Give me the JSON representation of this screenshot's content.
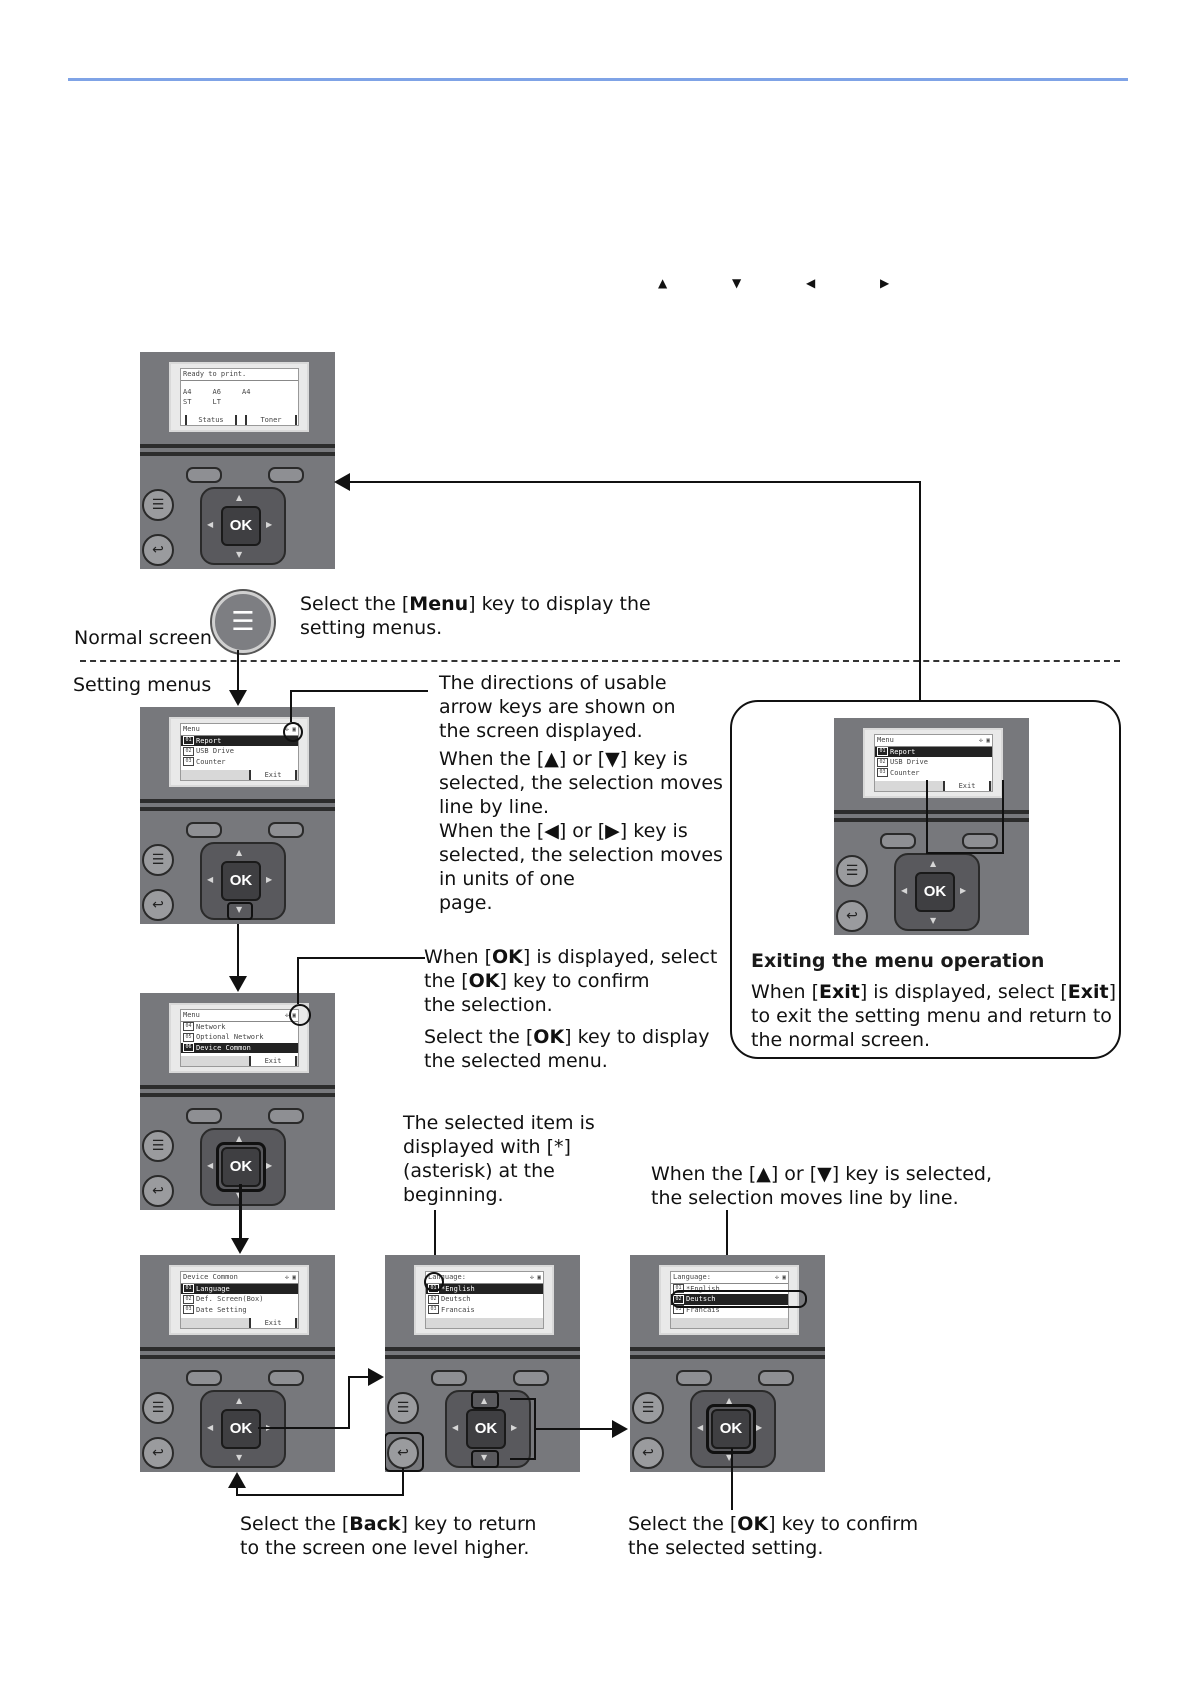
{
  "arrow_symbols": [
    "▲",
    "▼",
    "◀",
    "▶"
  ],
  "panel_common": {
    "ok_label": "OK"
  },
  "screens": {
    "normal": {
      "status_line": "Ready to print.",
      "trays": [
        "A4",
        "A6",
        "A4",
        "ST",
        "LT"
      ],
      "soft_left": "Status",
      "soft_right": "Toner"
    },
    "menu": {
      "title": "Menu",
      "items": [
        {
          "num": "01",
          "label": "Report"
        },
        {
          "num": "02",
          "label": "USB Drive"
        },
        {
          "num": "03",
          "label": "Counter"
        }
      ],
      "soft_right": "Exit"
    },
    "menu_page2": {
      "title": "Menu",
      "items": [
        {
          "num": "04",
          "label": "Network"
        },
        {
          "num": "05",
          "label": "Optional Network"
        },
        {
          "num": "06",
          "label": "Device Common"
        }
      ],
      "soft_right": "Exit"
    },
    "device_common": {
      "title": "Device Common",
      "items": [
        {
          "num": "01",
          "label": "Language"
        },
        {
          "num": "02",
          "label": "Def. Screen(Box)"
        },
        {
          "num": "03",
          "label": "Date Setting"
        }
      ],
      "soft_right": "Exit"
    },
    "language_a": {
      "title": "Language:",
      "items": [
        {
          "num": "01",
          "label": "*English"
        },
        {
          "num": "02",
          "label": "Deutsch"
        },
        {
          "num": "03",
          "label": "Francais"
        }
      ]
    },
    "language_b": {
      "title": "Language:",
      "items": [
        {
          "num": "01",
          "label": "*English"
        },
        {
          "num": "02",
          "label": "Deutsch"
        },
        {
          "num": "03",
          "label": "Francais"
        }
      ]
    }
  },
  "labels": {
    "normal_screen": "Normal screen",
    "setting_menus": "Setting menus"
  },
  "captions": {
    "menu_key_a": "Select the [",
    "menu_key_b": "Menu",
    "menu_key_c": "] key to display the",
    "menu_key_d": "setting menus.",
    "dir_1": "The directions of usable",
    "dir_2": "arrow keys are shown on",
    "dir_3": "the screen displayed.",
    "updown_1": "When the [▲] or [▼] key is",
    "updown_2": "selected, the selection moves",
    "updown_3": "line by line.",
    "leftright_1": "When the [◀] or [▶] key is",
    "leftright_2": "selected,  the selection moves",
    "leftright_3": "in units of one",
    "leftright_4": "page.",
    "ok_disp_1a": "When [",
    "ok_disp_1b": "OK",
    "ok_disp_1c": "] is displayed, select",
    "ok_disp_2a": "the [",
    "ok_disp_2b": "OK",
    "ok_disp_2c": "] key to confirm",
    "ok_disp_3": "the selection.",
    "ok_sel_1a": "Select the [",
    "ok_sel_1b": "OK",
    "ok_sel_1c": "] key to display",
    "ok_sel_2": "the selected menu.",
    "asterisk_1": "The selected item is",
    "asterisk_2": "displayed with [*]",
    "asterisk_3": "(asterisk) at the",
    "asterisk_4": "beginning.",
    "line_by_line_1": "When the [▲] or [▼] key is selected,",
    "line_by_line_2": "the selection moves line by line.",
    "back_1a": "Select the [",
    "back_1b": "Back",
    "back_1c": "] key to return",
    "back_2": "to the screen one level higher.",
    "confirm_1a": "Select the [",
    "confirm_1b": "OK",
    "confirm_1c": "] key to confirm",
    "confirm_2": "the selected setting."
  },
  "exit_box": {
    "heading": "Exiting the menu operation",
    "line1a": "When [",
    "line1b": "Exit",
    "line1c": "] is displayed, select [",
    "line1d": "Exit",
    "line1e": "]",
    "line2": "to exit the setting menu and return to",
    "line3": "the normal screen."
  }
}
